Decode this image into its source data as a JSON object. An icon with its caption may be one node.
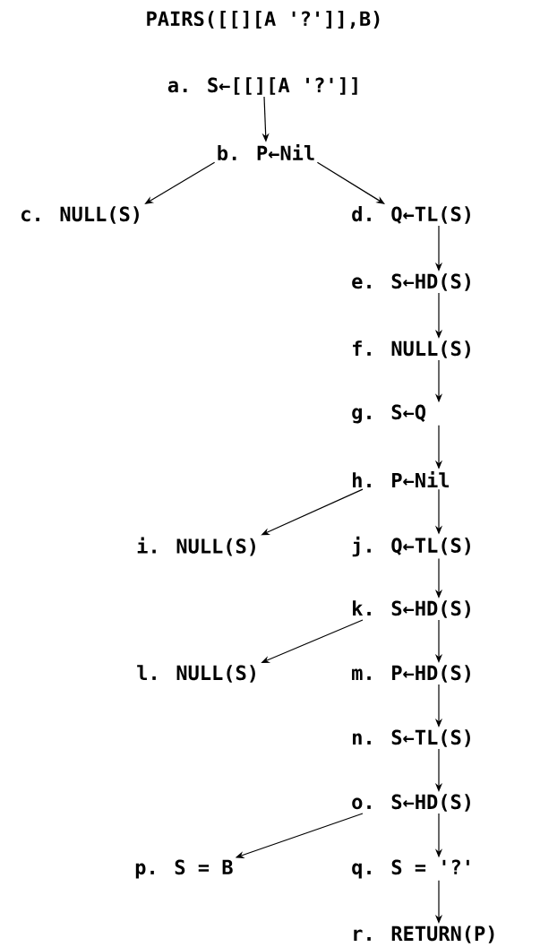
{
  "diagram": {
    "title": "PAIRS([[][A '?']],B)",
    "nodes": [
      {
        "text": [
          "a. S←[[][A '?']]"
        ]
      },
      {
        "text": [
          "b. P←Nil"
        ]
      },
      {
        "text": [
          "c. NULL(S)"
        ]
      },
      {
        "text": [
          "d. Q←TL(S)"
        ]
      },
      {
        "text": [
          "e. S←HD(S)"
        ]
      },
      {
        "text": [
          "f. NULL(S)"
        ]
      },
      {
        "text": [
          "g. S←Q"
        ]
      },
      {
        "text": [
          "h. P←Nil"
        ]
      },
      {
        "text": [
          "i. NULL(S)"
        ]
      },
      {
        "text": [
          "j. Q←TL(S)"
        ]
      },
      {
        "text": [
          "k. S←HD(S)"
        ]
      },
      {
        "text": [
          "l. NULL(S)"
        ]
      },
      {
        "text": [
          "m. P←HD(S)"
        ]
      },
      {
        "text": [
          "n. S←TL(S)"
        ]
      },
      {
        "text": [
          "o. S←HD(S)"
        ]
      },
      {
        "text": [
          "p. S = B"
        ]
      },
      {
        "text": [
          "q. S = '?'"
        ]
      },
      {
        "text": [
          "r. RETURN(P)"
        ]
      }
    ],
    "edges": [
      {
        "from": 0,
        "to": 1,
        "arrow": "to"
      },
      {
        "from": 1,
        "to": 2,
        "arrow": "to"
      },
      {
        "from": 1,
        "to": 3,
        "arrow": "to"
      },
      {
        "from": 3,
        "to": 4,
        "arrow": "to"
      },
      {
        "from": 4,
        "to": 5,
        "arrow": "to"
      },
      {
        "from": 5,
        "to": 6,
        "arrow": "to"
      },
      {
        "from": 6,
        "to": 7,
        "arrow": "to"
      },
      {
        "from": 7,
        "to": 8,
        "arrow": "to"
      },
      {
        "from": 7,
        "to": 9,
        "arrow": "to"
      },
      {
        "from": 9,
        "to": 10,
        "arrow": "to"
      },
      {
        "from": 10,
        "to": 11,
        "arrow": "to"
      },
      {
        "from": 10,
        "to": 12,
        "arrow": "to"
      },
      {
        "from": 12,
        "to": 13,
        "arrow": "to"
      },
      {
        "from": 13,
        "to": 14,
        "arrow": "to"
      },
      {
        "from": 14,
        "to": 15,
        "arrow": "to"
      },
      {
        "from": 14,
        "to": 16,
        "arrow": "to"
      },
      {
        "from": 16,
        "to": 17,
        "arrow": "to"
      }
    ]
  }
}
